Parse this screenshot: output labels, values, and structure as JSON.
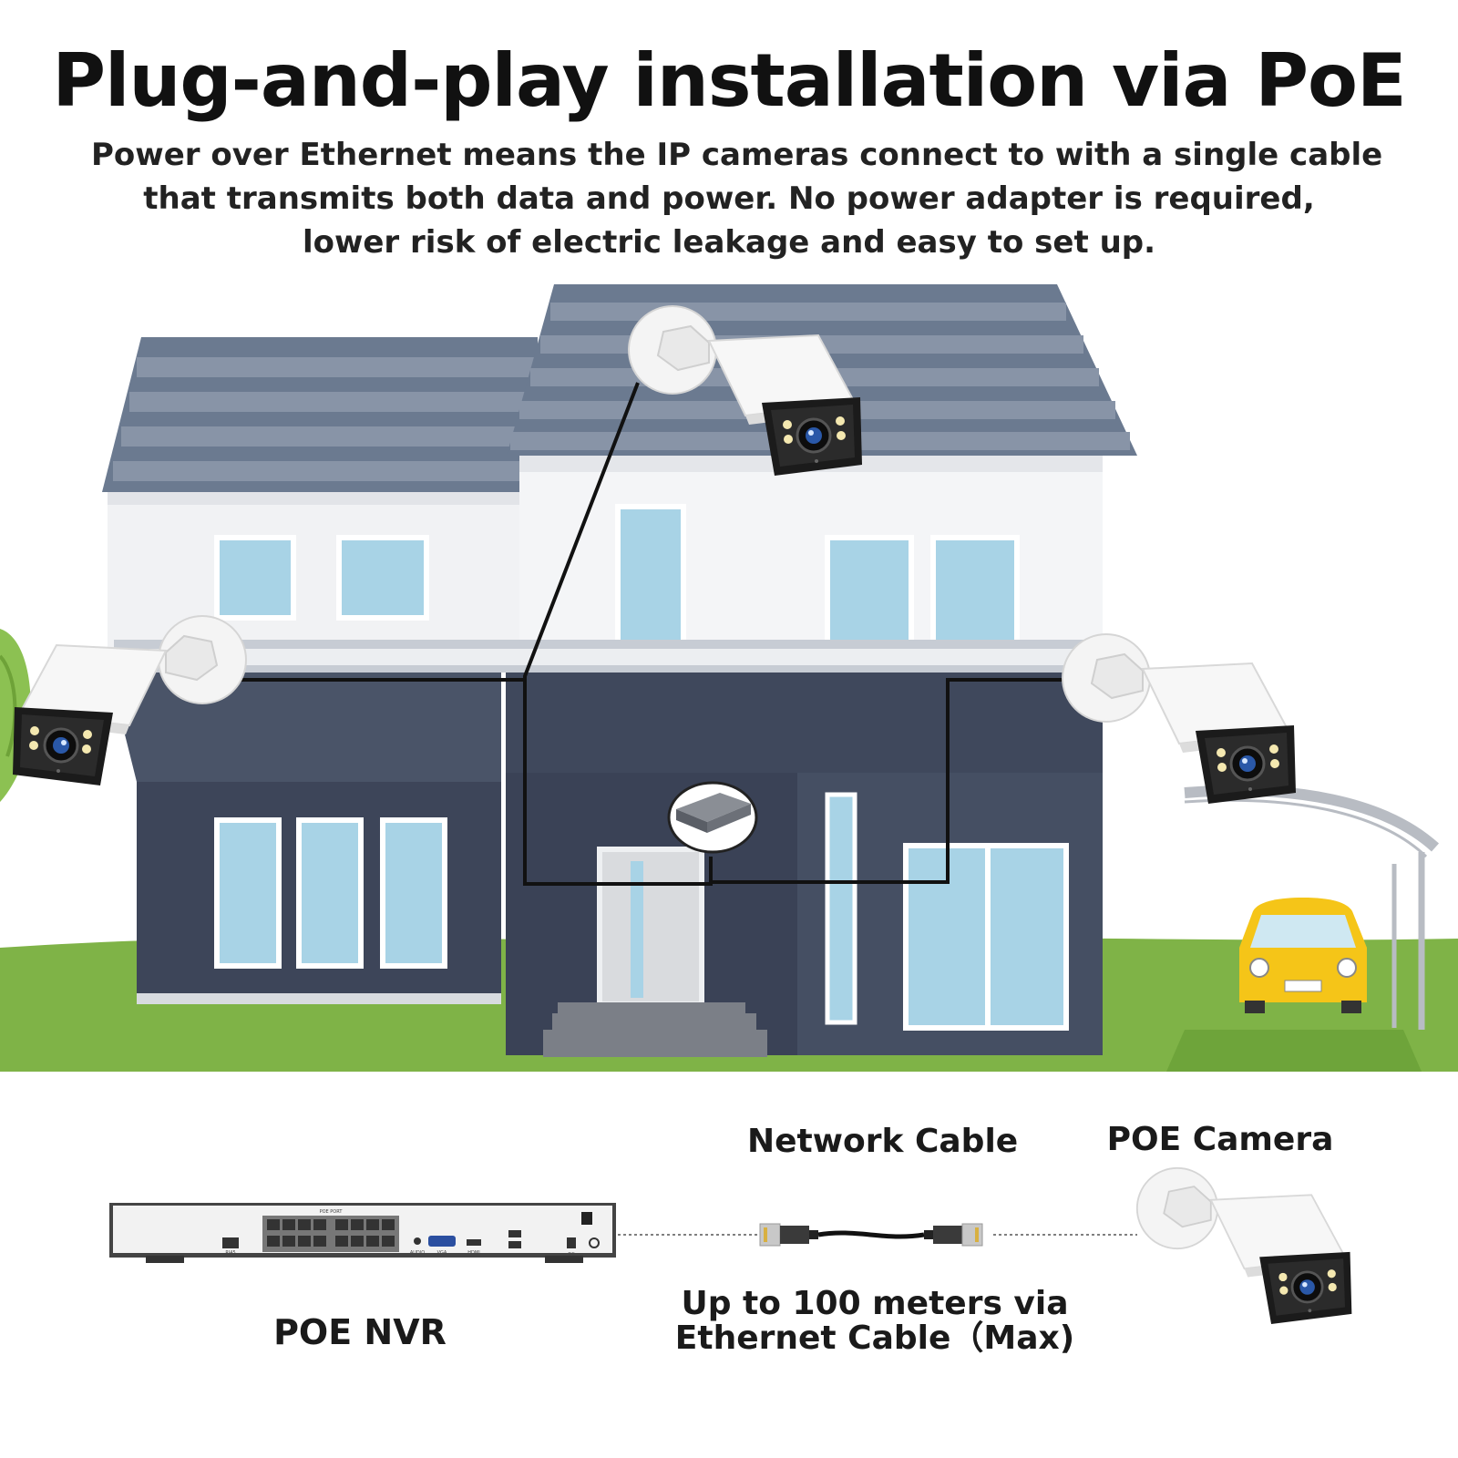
{
  "header": {
    "title": "Plug-and-play installation via PoE",
    "subtitle_lines": [
      "Power over Ethernet means the IP cameras connect to with a single cable",
      "that transmits both data and power. No power adapter is required,",
      "lower risk of electric leakage and easy to set up."
    ]
  },
  "labels": {
    "network_cable": "Network Cable",
    "poe_camera": "POE Camera",
    "poe_nvr": "POE NVR",
    "distance_lines": [
      "Up to 100 meters via",
      "Ethernet Cable（Max)"
    ]
  },
  "nvr_panel": {
    "port_group_label": "POE PORT",
    "lan_label": "RJ45",
    "audio_label": "AUDIO",
    "vga_label": "VGA",
    "hdmi_label": "HDMI",
    "power_label": "DC"
  },
  "colors": {
    "roof": "#5d6a80",
    "wall": "#f0f2f4",
    "dark_wall": "#3d4559",
    "window": "#a8d3e6",
    "grass": "#7fb347",
    "car": "#f5c518",
    "cable": "#111111"
  },
  "icons": [
    "camera-icon",
    "poe-switch-icon",
    "nvr-icon",
    "rj45-plug-icon",
    "car-icon",
    "tree-icon"
  ]
}
